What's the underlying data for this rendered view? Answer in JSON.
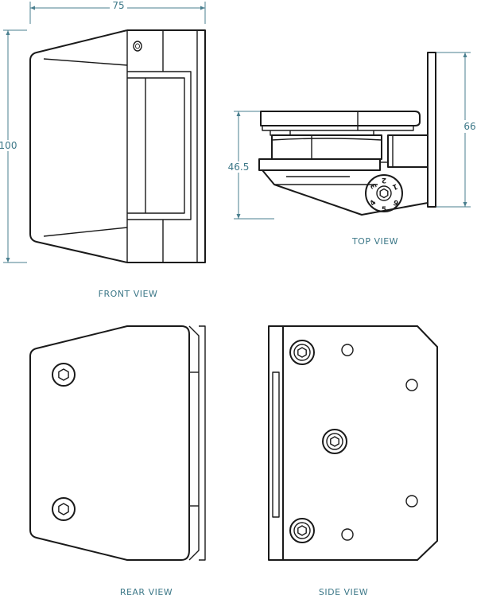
{
  "dimensions": {
    "width": "75",
    "height": "100",
    "top_height": "46.5",
    "top_depth": "66"
  },
  "dial_numbers": [
    "1",
    "2",
    "3",
    "4",
    "5",
    "6"
  ],
  "labels": {
    "front": "FRONT VIEW",
    "top": "TOP VIEW",
    "rear": "REAR VIEW",
    "side": "SIDE  VIEW"
  },
  "colors": {
    "dimension": "#4a7f8f",
    "line": "#1a1a1a"
  }
}
